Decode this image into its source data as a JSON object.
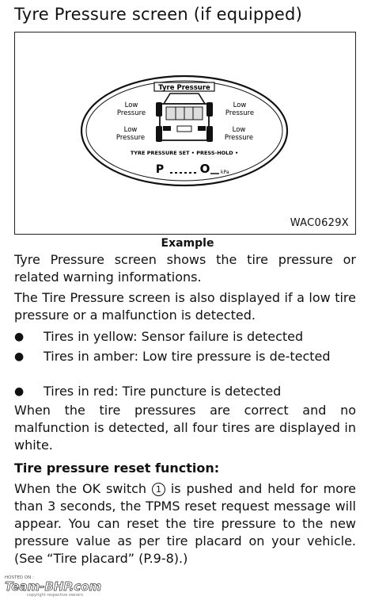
{
  "title": "Tyre Pressure screen (if equipped)",
  "figure": {
    "display_title": "Tyre Pressure",
    "labels": {
      "front_left": [
        "Low",
        "Pressure"
      ],
      "front_right": [
        "Low",
        "Pressure"
      ],
      "rear_left": [
        "Low",
        "Pressure"
      ],
      "rear_right": [
        "Low",
        "Pressure"
      ]
    },
    "reset_text": "TYRE PRESSURE SET • PRESS-HOLD •",
    "dial_p": "P",
    "dial_ok": "O",
    "dial_unit": "kPa",
    "figure_id": "WAC0629X"
  },
  "caption": "Example",
  "para1": "Tyre Pressure screen shows the tire pressure or related warning informations.",
  "para2": "The Tire Pressure screen is also displayed if a low tire pressure or a malfunction is detected.",
  "bullets": [
    "Tires in yellow: Sensor failure is detected",
    "Tires in amber: Low tire pressure is de-tected",
    "Tires in red: Tire puncture is detected"
  ],
  "para3": "When the tire pressures are correct and no malfunction is detected, all four tires are displayed in white.",
  "heading": "Tire pressure reset function:",
  "para4_a": "When the OK switch",
  "para4_circle": "1",
  "para4_b": "is pushed and held for more than 3 seconds, the TPMS reset request message will appear. You can reset the tire pressure to the new pressure value as per tire placard on your vehicle. (See “Tire placard” (P.9-8).)",
  "watermark": {
    "hosted": "HOSTED ON :",
    "brand": "Team-BHP.com",
    "copyright": "copyright respective owners"
  }
}
